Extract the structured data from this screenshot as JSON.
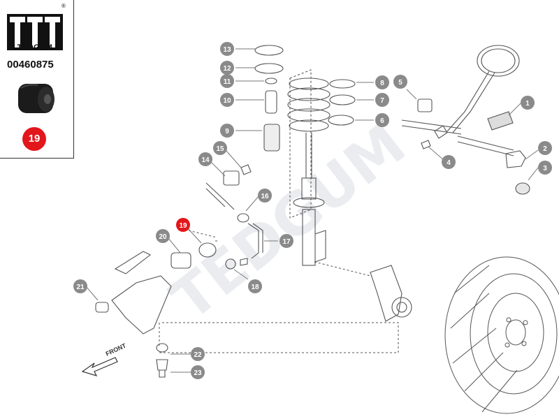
{
  "brand": {
    "name": "TEDGUM",
    "registered_mark": "®",
    "part_number": "00460875",
    "highlight_number": "19",
    "highlight_color": "#e3161b"
  },
  "watermark": "TEDGUM",
  "front_label": "FRONT",
  "callouts": [
    "1",
    "2",
    "3",
    "4",
    "5",
    "6",
    "7",
    "8",
    "9",
    "10",
    "11",
    "12",
    "13",
    "14",
    "15",
    "16",
    "17",
    "18",
    "19",
    "20",
    "21",
    "22",
    "23"
  ],
  "colors": {
    "bubble": "#8a8a8a",
    "line": "#666666",
    "drawing": "#555555"
  }
}
